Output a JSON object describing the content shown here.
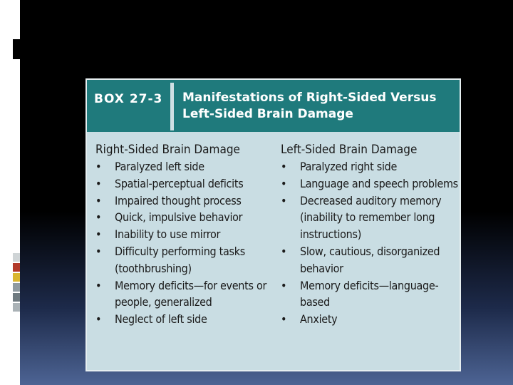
{
  "box": {
    "label": "BOX 27-3",
    "title": "Manifestations of Right-Sided Versus Left-Sided Brain Damage"
  },
  "columns": [
    {
      "heading": "Right-Sided Brain Damage",
      "items": [
        "Paralyzed left side",
        "Spatial-perceptual deficits",
        "Impaired thought process",
        "Quick, impulsive behavior",
        "Inability to use mirror",
        "Difficulty performing tasks (toothbrushing)",
        "Memory deficits—for events or people, generalized",
        "Neglect of left side"
      ]
    },
    {
      "heading": "Left-Sided Brain Damage",
      "items": [
        "Paralyzed right side",
        "Language and speech problems",
        "Decreased auditory memory (inability to remember long instructions)",
        "Slow, cautious, disorganized behavior",
        "Memory deficits—language-based",
        "Anxiety"
      ]
    }
  ],
  "colors": {
    "header": "#1f7a7c",
    "box_background": "#c9dde3",
    "stripes": [
      "#ffffff",
      "#c0392b",
      "#f1c40f",
      "#95a5a6",
      "#7f8c8d",
      "#bdc3c7"
    ]
  }
}
